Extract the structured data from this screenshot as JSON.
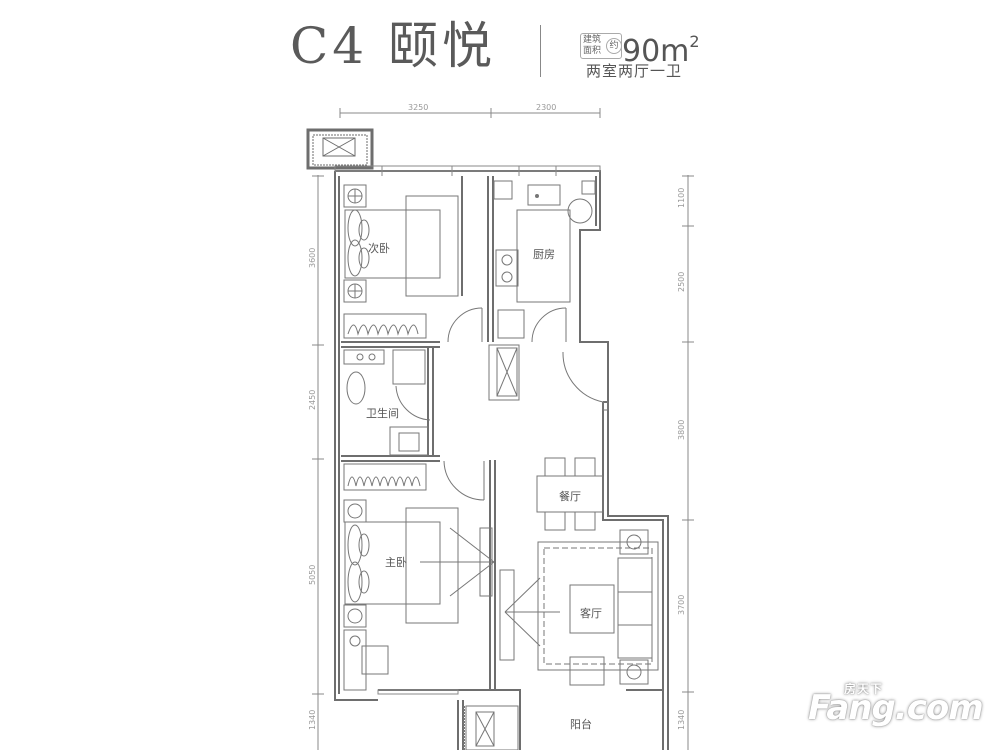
{
  "header": {
    "plan_name": "C4 颐悦",
    "area_label_line1": "建筑",
    "area_label_line2": "面积",
    "area_approx": "约",
    "area_value": "90m",
    "area_unit_sup": "2",
    "layout_type": "两室两厅一卫"
  },
  "rooms": {
    "secondary_bedroom": "次卧",
    "kitchen": "厨房",
    "bathroom": "卫生间",
    "dining_room": "餐厅",
    "master_bedroom": "主卧",
    "living_room": "客厅",
    "balcony": "阳台"
  },
  "dimensions": {
    "top": [
      "3250",
      "2300"
    ],
    "left": [
      "3600",
      "2450",
      "5050",
      "1340"
    ],
    "right": [
      "1100",
      "2500",
      "3800",
      "3700",
      "1340"
    ]
  },
  "watermark": {
    "brand": "Fang.com",
    "brand_cn": "房天下"
  },
  "colors": {
    "wall": "#6e6e6e",
    "line": "#888888",
    "text": "#555555",
    "dimension": "#999999"
  }
}
